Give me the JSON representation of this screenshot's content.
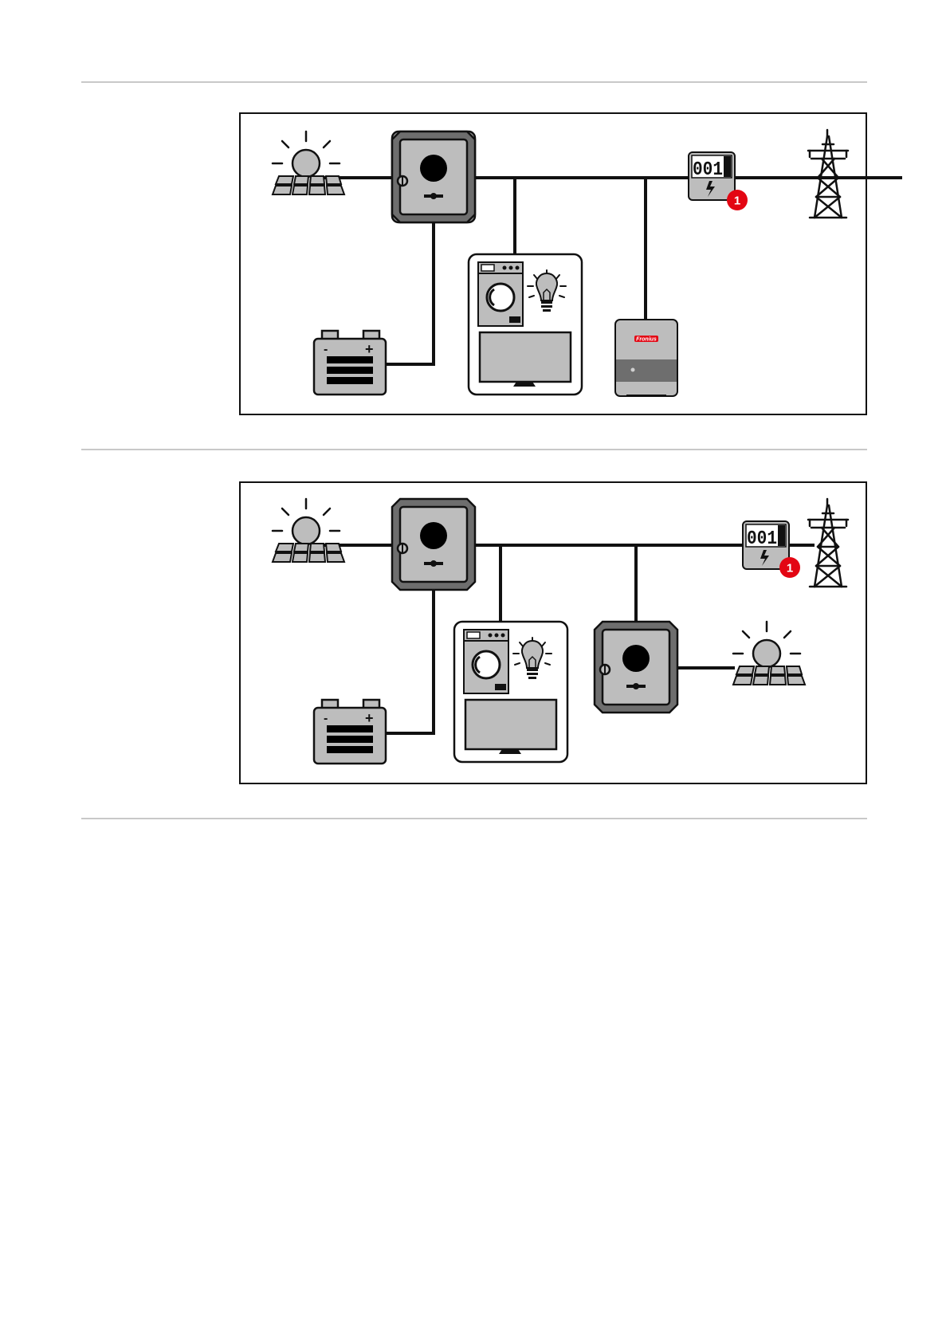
{
  "colors": {
    "device_fill": "#b8b8b8",
    "device_dark": "#6e6e6e",
    "line": "#111111",
    "badge": "#e30613",
    "rule": "#c8c8c8"
  },
  "diagrams": [
    {
      "meter": {
        "digits": "001",
        "badge": "1"
      },
      "wallbox": {
        "brand": "Fronius"
      },
      "icons": [
        "pv-array-icon",
        "inverter-icon",
        "battery-icon",
        "household-loads-icon",
        "wallbox-icon",
        "meter-icon",
        "grid-pylon-icon"
      ]
    },
    {
      "meter": {
        "digits": "001",
        "badge": "1"
      },
      "icons": [
        "pv-array-icon",
        "inverter-icon",
        "battery-icon",
        "household-loads-icon",
        "inverter-icon",
        "pv-array-icon",
        "meter-icon",
        "grid-pylon-icon"
      ]
    }
  ],
  "battery": {
    "minus": "-",
    "plus": "+"
  }
}
